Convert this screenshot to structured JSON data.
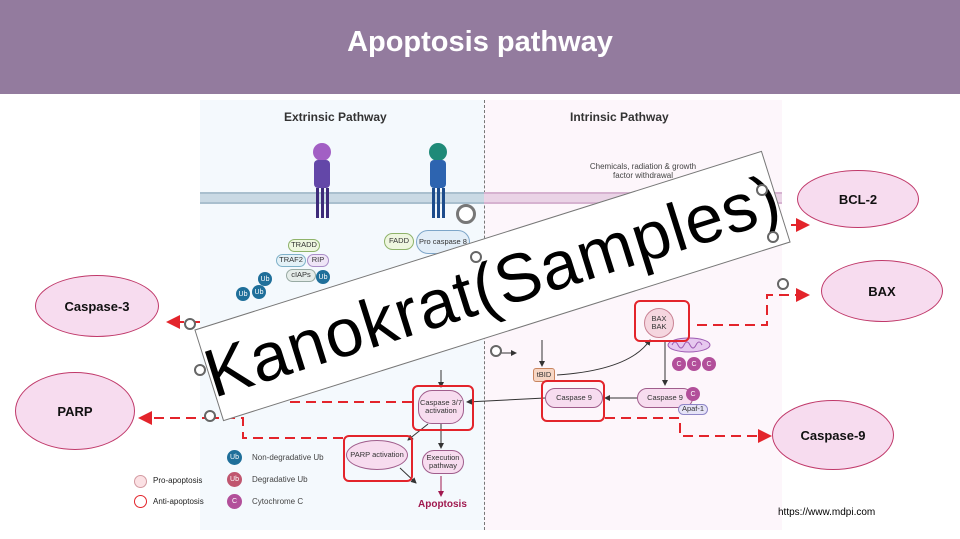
{
  "slide": {
    "title": "Apoptosis pathway",
    "source": "https://www.mdpi.com"
  },
  "diagram": {
    "extrinsic_heading": "Extrinsic Pathway",
    "intrinsic_heading": "Intrinsic Pathway",
    "stimulus": "Chemicals, radiation & growth factor withdrawal",
    "nodes": {
      "tradd": "TRADD",
      "traf2": "TRAF2",
      "rip": "RIP",
      "ciaps": "cIAPs",
      "ub": "Ub",
      "fadd": "FADD",
      "procaspase8": "Pro caspase 8",
      "bax_bak": "BAX BAK",
      "tbid": "tBID",
      "caspase9_active": "Caspase 9",
      "caspase9_complex": "Caspase 9",
      "c": "C",
      "apaf1": "Apaf-1",
      "caspase37": "Caspase 3/7 activation",
      "parp_activation": "PARP activation",
      "execution": "Execution pathway",
      "apoptosis": "Apoptosis"
    },
    "legend": {
      "non_degradative_ub": "Non-degradative Ub",
      "degradative_ub": "Degradative Ub",
      "cytochrome_c": "Cytochrome C",
      "pro_apoptosis": "Pro-apoptosis",
      "anti_apoptosis": "Anti-apoptosis"
    }
  },
  "callouts": {
    "bcl2": "BCL-2",
    "bax": "BAX",
    "caspase3": "Caspase-3",
    "parp": "PARP",
    "caspase9": "Caspase-9"
  },
  "watermark": {
    "text": "Kanokrat(Samples)"
  },
  "colors": {
    "title_bar": "#937b9e",
    "highlight": "#e3242b",
    "callout_fill": "#f7dcef",
    "ub_blue": "#1f6f9a",
    "cyt_c": "#b24f9a"
  }
}
